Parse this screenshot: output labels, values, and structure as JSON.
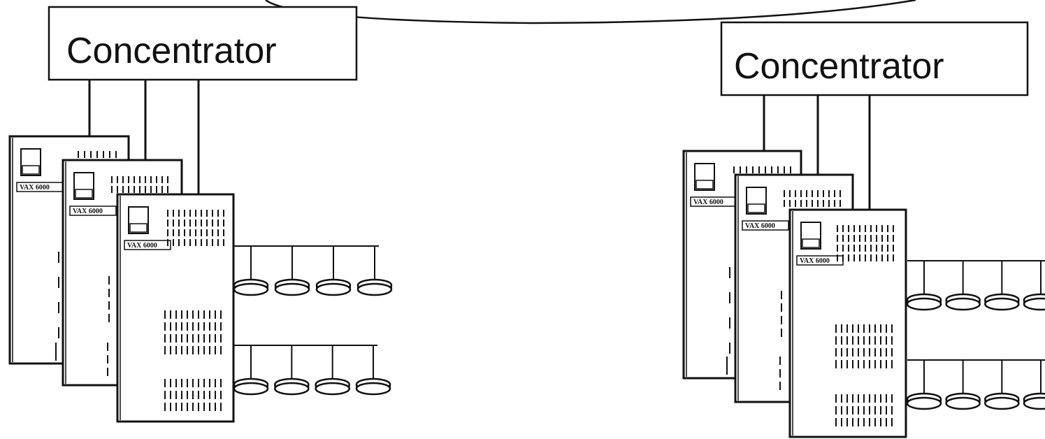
{
  "diagram": {
    "concentrators": [
      {
        "id": "left",
        "label": "Concentrator"
      },
      {
        "id": "right",
        "label": "Concentrator"
      }
    ],
    "cabinets": [
      {
        "group": "left",
        "label": "VAX 6000"
      },
      {
        "group": "left",
        "label": "VAX 6000"
      },
      {
        "group": "left",
        "label": "VAX 6000"
      },
      {
        "group": "right",
        "label": "VAX 6000"
      },
      {
        "group": "right",
        "label": "VAX 6000"
      },
      {
        "group": "right",
        "label": "VAX 6000"
      }
    ],
    "disk_strings_per_group": 2,
    "disks_per_string": 4,
    "colors": {
      "ink": "#111111",
      "paper": "#ffffff"
    }
  }
}
